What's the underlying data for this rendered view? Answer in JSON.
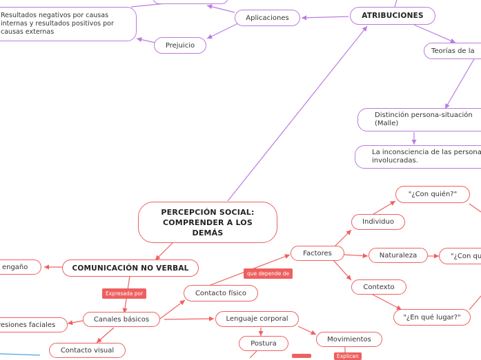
{
  "nodes": {
    "resultados": "Resultados negativos por causas internas y resultados positivos por causas externas",
    "aplicaciones": "Aplicaciones",
    "prejuicio": "Prejuicio",
    "atribuciones": "ATRIBUCIONES",
    "teorias": "Teorías de la",
    "distincion": "Distinción persona-situación (Malle)",
    "inconsciencia": "La inconsciencia de las personas involucradas.",
    "percepcion": "PERCEPCIÓN SOCIAL: COMPRENDER A LOS DEMÁS",
    "comunicacion": "COMUNICACIÓN NO VERBAL",
    "engano": "l engaño",
    "canales": "Canales básicos",
    "expresiones": "resiones faciales",
    "contacto_visual": "Contacto visual",
    "contacto_fisico": "Contacto físico",
    "lenguaje": "Lenguaje corporal",
    "postura": "Postura",
    "movimientos": "Movimientos",
    "factores": "Factores",
    "individuo": "Individuo",
    "con_quien": "\"¿Con quién?\"",
    "naturaleza": "Naturaleza",
    "con_que": "\"¿Con qu",
    "contexto": "Contexto",
    "en_que_lugar": "\"¿En qué lugar?\""
  },
  "tags": {
    "expresada_por": "Expresada por",
    "que_depende_de": "que depende de",
    "explican": "Explican"
  },
  "colors": {
    "purple": "#b97be0",
    "red": "#ef5f5f"
  }
}
